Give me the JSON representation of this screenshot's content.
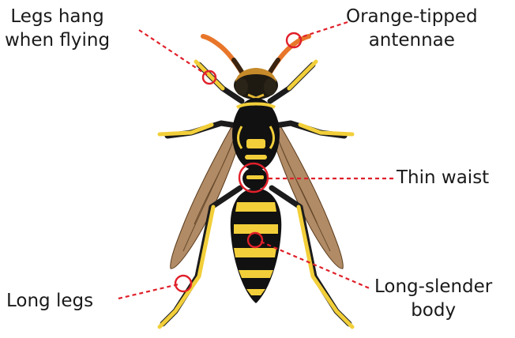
{
  "diagram": {
    "accent_color": "#e0202a",
    "labels": {
      "legs_hang": [
        "Legs hang",
        "when flying"
      ],
      "antennae": [
        "Orange-tipped",
        "antennae"
      ],
      "waist": "Thin waist",
      "long_legs": "Long legs",
      "body": [
        "Long-slender",
        "body"
      ]
    }
  }
}
